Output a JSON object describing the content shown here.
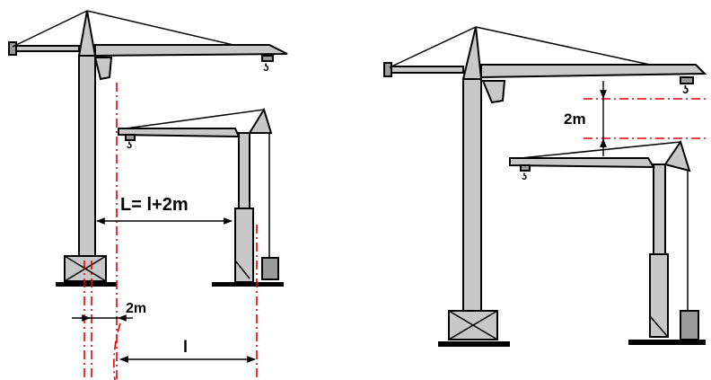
{
  "left_figure": {
    "distance_label": "L= l+2m",
    "clearance_label": "2m",
    "radius_label": "l"
  },
  "right_figure": {
    "vertical_clearance_label": "2m"
  },
  "colors": {
    "crane_fill": "#c8c8c8",
    "crane_dark": "#9a9a9a",
    "outline": "#000000",
    "reference_line": "#e00000"
  }
}
